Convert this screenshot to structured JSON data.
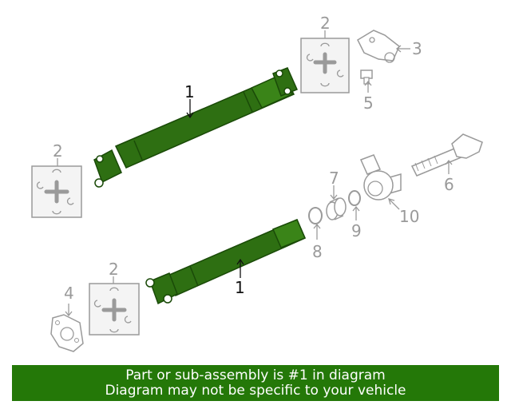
{
  "diagram": {
    "callouts": {
      "c1a": "1",
      "c1b": "1",
      "c2a": "2",
      "c2b": "2",
      "c2c": "2",
      "c3": "3",
      "c4": "4",
      "c5": "5",
      "c6": "6",
      "c7": "7",
      "c8": "8",
      "c9": "9",
      "c10": "10"
    },
    "colors": {
      "highlight": "#2e6f12",
      "highlight_dark": "#1a4a08",
      "outline": "#9a9a9a",
      "footer_bg": "#247808"
    }
  },
  "footer": {
    "line1": "Part or sub-assembly is #1 in diagram",
    "line2": "Diagram may not be specific to your vehicle"
  }
}
